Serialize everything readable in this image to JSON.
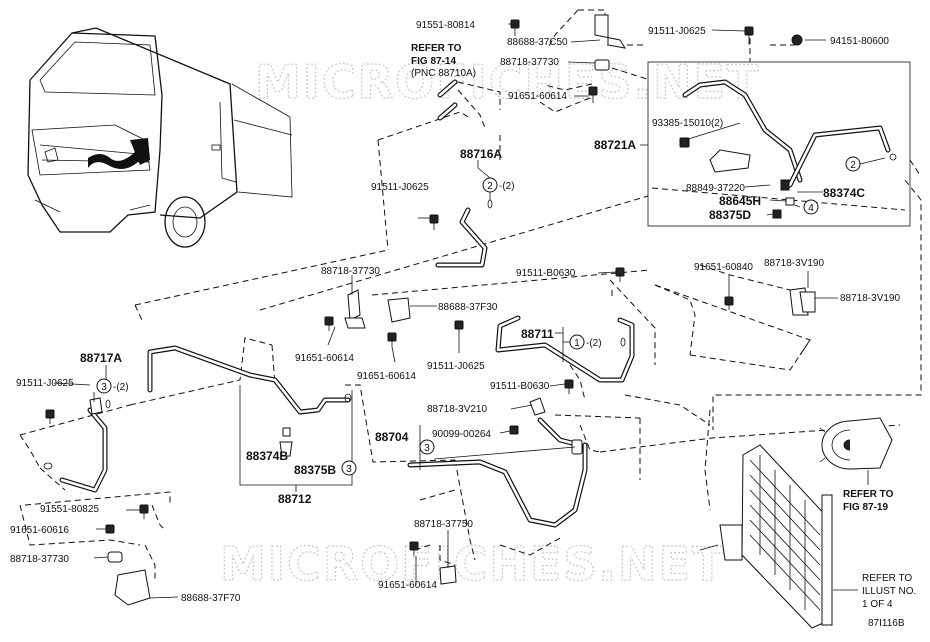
{
  "watermarks": [
    "MICROFICHES.NET",
    "MICROFICHES.NET"
  ],
  "references": {
    "fig87_14": {
      "line1": "REFER TO",
      "line2": "FIG 87-14",
      "line3": "(PNC 88710A)"
    },
    "fig87_19": {
      "line1": "REFER TO",
      "line2": "FIG 87-19"
    },
    "illust": {
      "line1": "REFER TO",
      "line2": "ILLUST NO.",
      "line3": "1 OF 4"
    }
  },
  "figure_code": "87I116B",
  "labels": {
    "p91551_80814": "91551-80814",
    "p88688_37C50": "88688-37C50",
    "p88718_37730_top": "88718-37730",
    "p91651_60614_top": "91651-60614",
    "p91511_J0625_topright": "91511-J0625",
    "p94151_80600": "94151-80600",
    "p88721A": "88721A",
    "p93385_15010": "93385-15010(2)",
    "p88849_37220": "88849-37220",
    "p88374C": "88374C",
    "p88645H": "88645H",
    "p88375D": "88375D",
    "p88716A": "88716A",
    "p91511_J0625_mid": "91511-J0625",
    "p88718_37730_mid": "88718-37730",
    "p88688_37F30": "88688-37F30",
    "p91651_60614_midleft": "91651-60614",
    "p91651_60614_midright": "91651-60614",
    "p91511_B0630_a": "91511-B0630",
    "p88711": "88711",
    "p91511_J0625_low": "91511-J0625",
    "p91651_60840": "91651-60840",
    "p88718_3V190_a": "88718-3V190",
    "p88718_3V190_b": "88718-3V190",
    "p88717A": "88717A",
    "p91511_J0625_left": "91511-J0625",
    "p88374B": "88374B",
    "p88375B": "88375B",
    "p88712": "88712",
    "p91511_B0630_b": "91511-B0630",
    "p88718_3V210": "88718-3V210",
    "p88704": "88704",
    "p90099_00264": "90099-00264",
    "p91551_80825": "91551-80825",
    "p91651_60616": "91651-60616",
    "p88718_37730_low": "88718-37730",
    "p88688_37F70": "88688-37F70",
    "p88718_37750": "88718-37750",
    "p91651_60614_low": "91651-60614"
  },
  "callouts": {
    "c2_716A": "2",
    "c2_716A_suffix": "-(2)",
    "c1_711": "1",
    "c1_711_suffix": "-(2)",
    "c3_717A": "3",
    "c3_717A_suffix": "-(2)",
    "c3_712": "3",
    "c3_704": "3",
    "c2_721A": "2",
    "c4_721A": "4"
  }
}
